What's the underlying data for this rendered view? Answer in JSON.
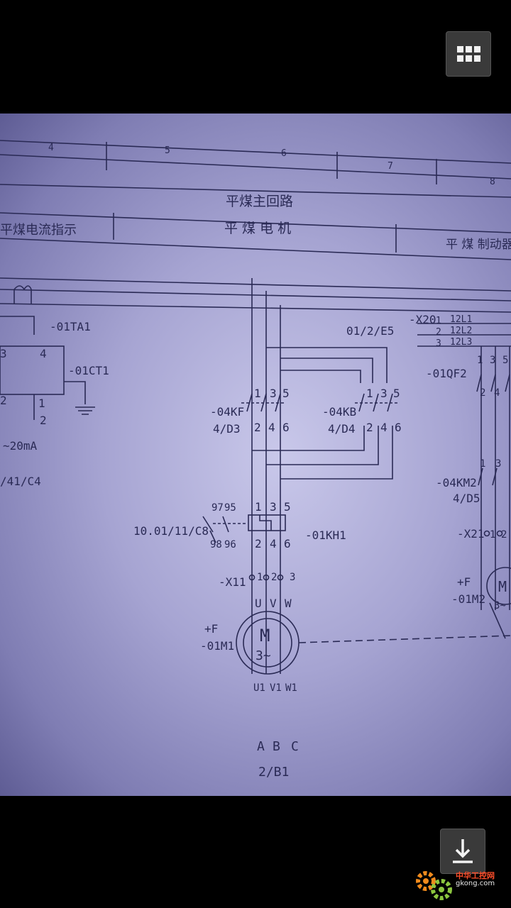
{
  "toolbar": {
    "menu_icon": "grid-icon",
    "download_icon": "download-arrow-icon"
  },
  "watermark": {
    "site_name": "中华工控网",
    "site_url": "gkong.com"
  },
  "drawing": {
    "grid_numbers": [
      "4",
      "5",
      "6",
      "7",
      "8"
    ],
    "title_main": "平煤主回路",
    "section_left": "平煤电流指示",
    "section_center": "平 煤 电 机",
    "section_right": "平 煤 制动器",
    "labels": {
      "ta": "-01TA1",
      "ct": "-01CT1",
      "ct_t3": "3",
      "ct_t4": "4",
      "ct_t2": "2",
      "ct_t1": "1",
      "ct_out2": "2",
      "range": "~20mA",
      "ref_left": "/41/C4",
      "ref_top": "01/2/E5",
      "kf": "-04KF",
      "kf_ref": "4/D3",
      "kb": "-04KB",
      "kb_ref": "4/D4",
      "kh": "-01KH1",
      "kh_ref": "10.01/11/C8",
      "kh_97": "97",
      "kh_95": "95",
      "kh_98": "98",
      "kh_96": "96",
      "x11": "-X11",
      "plus_f1": "+F",
      "motor1": "-01M1",
      "m_letter": "M",
      "m_phase": "3~",
      "uvw_u": "U",
      "uvw_v": "V",
      "uvw_w": "W",
      "u1": "U1",
      "v1": "V1",
      "w1": "W1",
      "abc_a": "A",
      "abc_b": "B",
      "abc_c": "C",
      "ref_bottom": "2/B1",
      "x20": "-X20",
      "l1": "12L1",
      "l2": "12L2",
      "l3": "12L3",
      "qf2": "-01QF2",
      "km2": "-04KM2",
      "km2_ref": "4/D5",
      "x21": "-X21",
      "plus_f2": "+F",
      "motor2": "-01M2",
      "n1": "1",
      "n2": "2",
      "n3": "3",
      "n4": "4",
      "n5": "5",
      "n6": "6"
    }
  }
}
